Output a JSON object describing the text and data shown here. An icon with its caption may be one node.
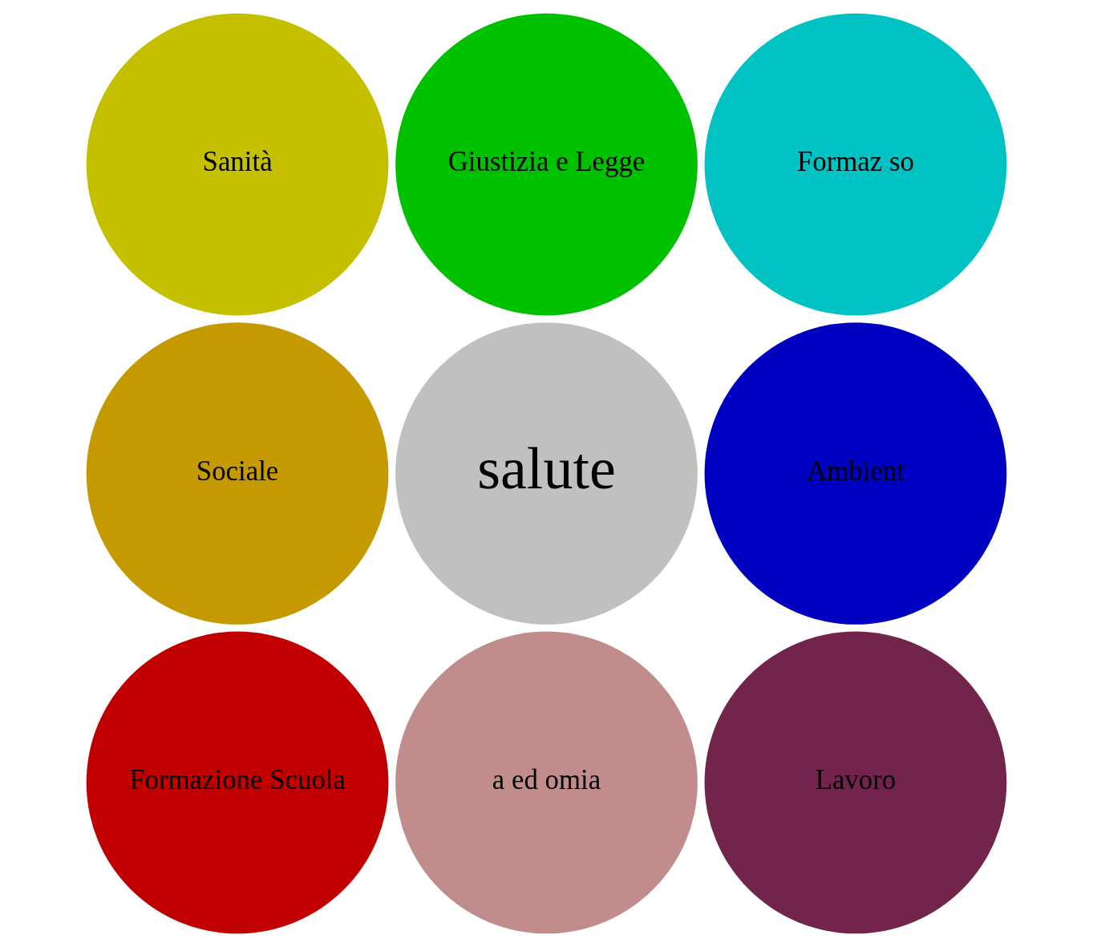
{
  "diagram": {
    "nodes": [
      {
        "text": [
          "Sanità"
        ]
      },
      {
        "text": [
          "Sociale"
        ]
      },
      {
        "text": [
          "Formazione Scuola"
        ]
      },
      {
        "text": [
          "Giustizia e Legge"
        ]
      },
      {
        "text": [
          "salute"
        ]
      },
      {
        "text": [
          "a ed omia"
        ]
      },
      {
        "text": [
          "Formaz so"
        ]
      },
      {
        "text": [
          "Ambient"
        ]
      },
      {
        "text": [
          "Lavoro"
        ]
      }
    ],
    "edges": []
  }
}
